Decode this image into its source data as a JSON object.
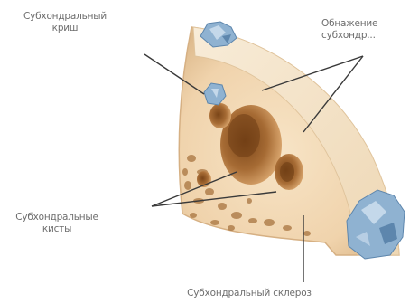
{
  "labels": {
    "subchondral_crystal": [
      "Субхондральный",
      "криш"
    ],
    "exposed_bone": [
      "Обнажение",
      "субхондр..."
    ],
    "subchondral_cysts": [
      "Субхондральные",
      "кисты"
    ],
    "subchondral_sclerosis": "Субхондральный склероз"
  },
  "colors": {
    "background": "#ffffff",
    "bone_fill": "#f3dcbc",
    "bone_edge": "#dfbf93",
    "cortex": "#f6e7cf",
    "cyst_dark": "#8f5a2a",
    "cyst_mid": "#b97e45",
    "crystal": "#8fb2d1",
    "crystal_dark": "#5d86ad",
    "line": "#3a3a3a",
    "text": "#6d6d6d"
  }
}
